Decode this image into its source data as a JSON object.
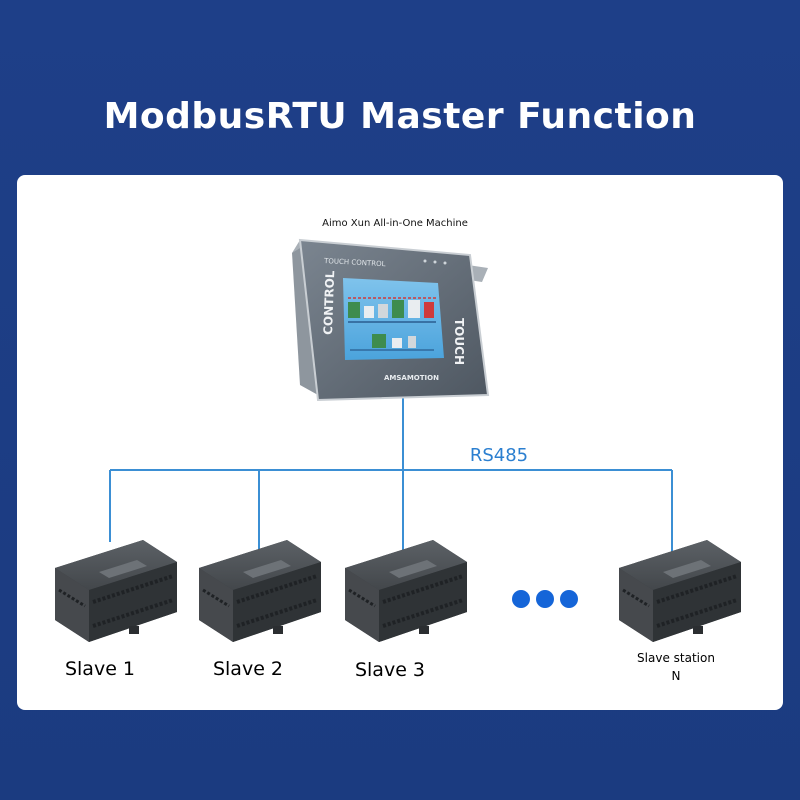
{
  "title": "ModbusRTU Master Function",
  "master": {
    "label": "Aimo Xun All-in-One Machine",
    "bezel_top": "TOUCH CONTROL",
    "bezel_left": "CONTROL",
    "bezel_right": "TOUCH",
    "brand": "AMSAMOTION"
  },
  "bus": {
    "label": "RS485"
  },
  "slaves": [
    {
      "label": "Slave 1"
    },
    {
      "label": "Slave 2"
    },
    {
      "label": "Slave 3"
    },
    {
      "label_line1": "Slave station",
      "label_line2": "N"
    }
  ],
  "colors": {
    "background": "#1d3f87",
    "line": "#3b8fd4",
    "dots": "#1565d8",
    "label_blue": "#2b7fd0"
  }
}
